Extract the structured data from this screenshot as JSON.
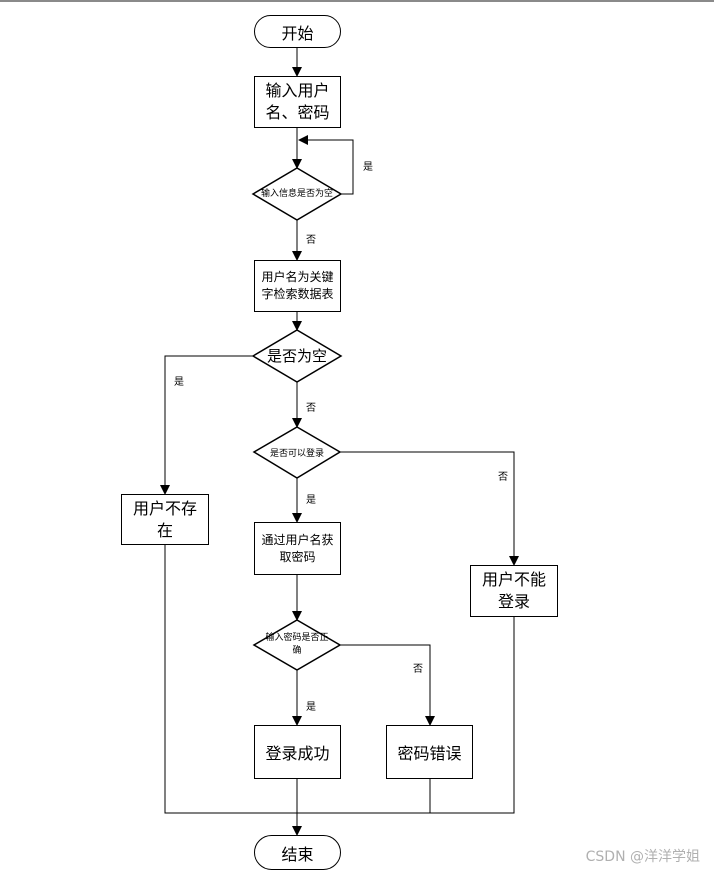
{
  "flowchart": {
    "start": "开始",
    "input_credentials": "输入用户名、密码",
    "check_input_empty": "输入信息是否为空",
    "search_table": "用户名为关键字检索数据表",
    "check_result_empty": "是否为空",
    "check_can_login": "是否可以登录",
    "user_not_exist": "用户不存在",
    "get_password": "通过用户名获取密码",
    "cannot_login": "用户不能登录",
    "check_password": "输入密码是否正确",
    "login_success": "登录成功",
    "password_error": "密码错误",
    "end": "结束"
  },
  "edge_labels": {
    "yes": "是",
    "no": "否"
  },
  "watermark": "CSDN @洋洋学姐"
}
